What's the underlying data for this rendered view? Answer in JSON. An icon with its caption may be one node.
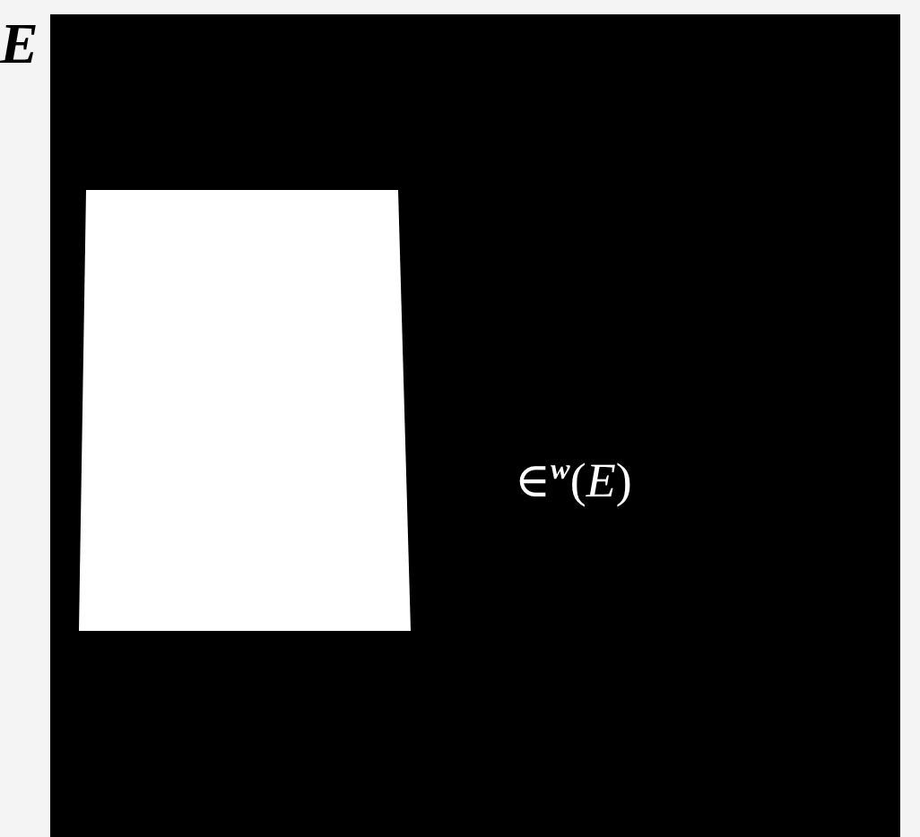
{
  "diagram": {
    "nodes": [
      {
        "text": [],
        "shape": "box"
      }
    ],
    "labels": [
      "E",
      "∈$^{w}$(*E*)"
    ]
  }
}
